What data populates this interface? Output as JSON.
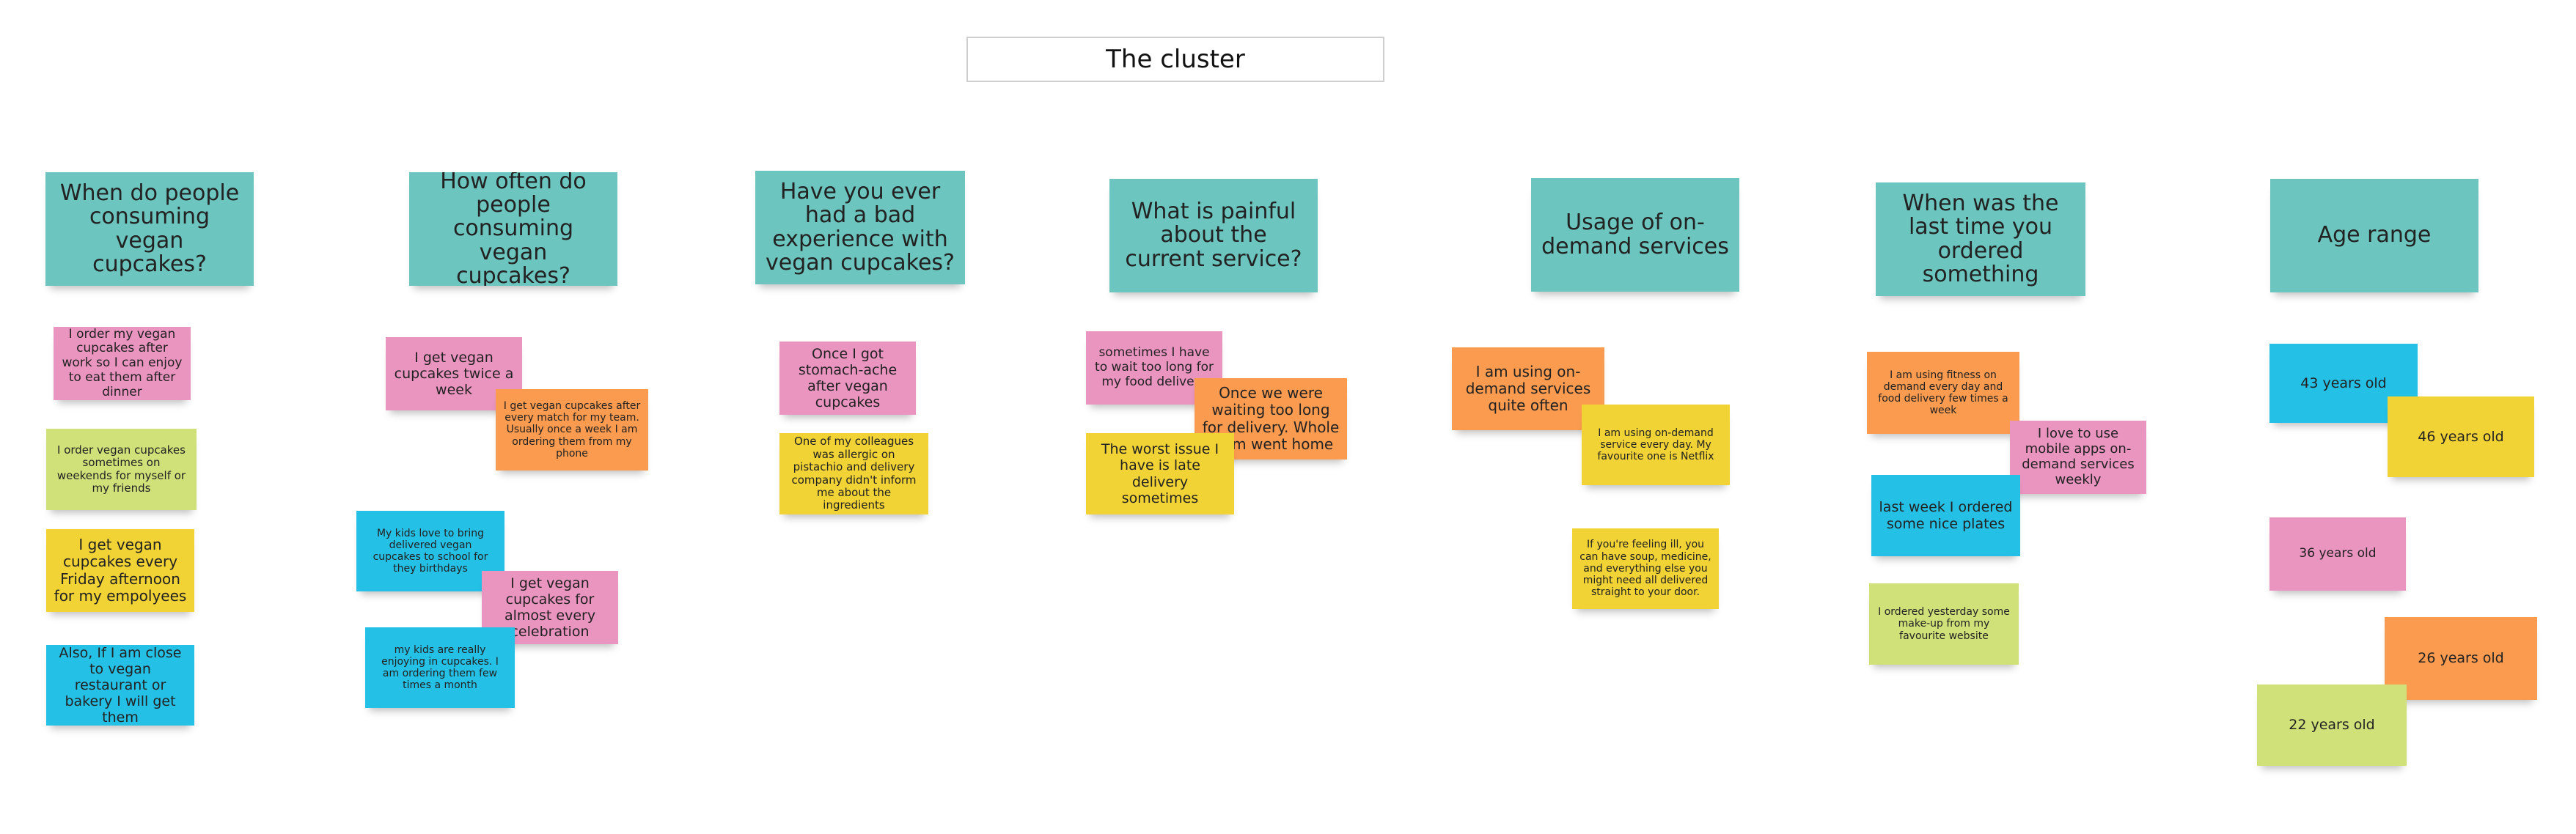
{
  "board": {
    "title": "The cluster",
    "colors": {
      "teal": "#6cc6bf",
      "pink": "#ea94c0",
      "lime": "#d0e17a",
      "yellow": "#f2d335",
      "blue": "#25c0e6",
      "orange": "#fb9b4f"
    }
  },
  "clusters": {
    "when_consume": {
      "header": "When do people consuming vegan cupcakes?",
      "notes": [
        "I order my vegan cupcakes after work so I can enjoy to eat them after dinner",
        "I order vegan cupcakes sometimes on weekends for myself or my friends",
        "I get vegan cupcakes every Friday afternoon for my empolyees",
        "Also, If I am close to vegan restaurant or bakery I will get them"
      ]
    },
    "how_often": {
      "header": "How often do people consuming vegan cupcakes?",
      "notes": [
        "I get vegan cupcakes twice a week",
        "I get vegan cupcakes after every match for my team. Usually once a week I am ordering them from my phone",
        "My kids love to bring delivered vegan cupcakes to school for they birthdays",
        "I get vegan cupcakes for almost every celebration",
        "my kids are really enjoying in cupcakes. I am ordering them few times a month"
      ]
    },
    "bad_experience": {
      "header": "Have you ever had a bad experience with vegan cupcakes?",
      "notes": [
        "Once I got stomach-ache after vegan cupcakes",
        "One of my colleagues was  allergic on pistachio and delivery company didn't inform me about the ingredients"
      ]
    },
    "painful": {
      "header": "What is painful about the current service?",
      "notes": [
        "sometimes I have to wait too long for my food delivery",
        "Once we were waiting too long for delivery. Whole team went home",
        "The worst issue I have is late delivery sometimes"
      ]
    },
    "on_demand": {
      "header": "Usage of on-demand services",
      "notes": [
        "I am using on-demand services quite often",
        "I am using on-demand service every day. My favourite one is Netflix",
        "If you're feeling ill, you can have soup, medicine, and everything else you might need all delivered straight to your door."
      ]
    },
    "last_order": {
      "header": "When was the last time you ordered something",
      "notes": [
        "I am using fitness on demand every day and food delivery few times a week",
        "I love to use mobile apps on-demand services weekly",
        "last week I ordered some nice plates",
        "I ordered yesterday some make-up from my favourite website"
      ]
    },
    "age": {
      "header": "Age range",
      "notes": [
        "43 years old",
        "46 years old",
        "36 years old",
        "26 years old",
        "22 years old"
      ]
    }
  }
}
